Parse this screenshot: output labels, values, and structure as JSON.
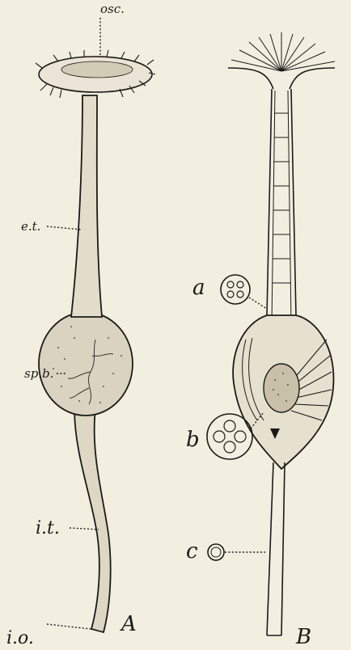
{
  "figure_a": {
    "panel_label": "A",
    "labels": {
      "osculum": "osc.",
      "exhalant_tube": "e.t.",
      "sporangial_body": "sp.b.",
      "inhalant_tube": "i.t.",
      "inhalant_opening": "i.o."
    }
  },
  "figure_b": {
    "panel_label": "B",
    "sections": {
      "a": "a",
      "b": "b",
      "c": "c"
    }
  },
  "colors": {
    "paper": "#f3efe0",
    "ink": "#1c1a17",
    "body_shade": "#d9d3c0"
  }
}
